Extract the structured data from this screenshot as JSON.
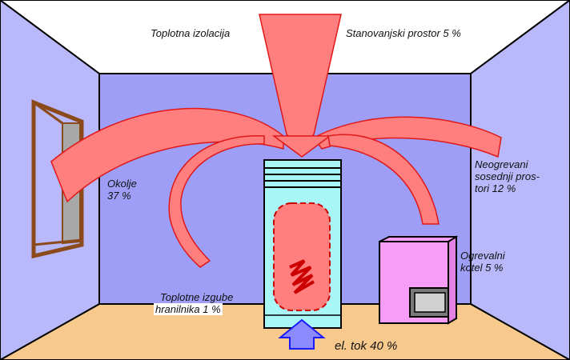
{
  "colors": {
    "ceiling": "#ffffff",
    "back_wall": "#9e9ef7",
    "side_walls": "#b8b8fa",
    "floor": "#f7c98c",
    "arrow_fill": "#ff7e7e",
    "arrow_stroke": "#e01818",
    "boiler_body": "#a8f6f6",
    "tank": "#ff7e7e",
    "kotel": "#f79cf7",
    "electric_arrow": "#8b8bff",
    "window_frame": "#8b4a1a",
    "window_glass": "#a8a8a8"
  },
  "labels": {
    "heat_insulation": "Toplotna izolacija",
    "living_space": "Stanovanjski prostor 5 %",
    "environment": [
      "Okolje",
      "37 %"
    ],
    "unheated_rooms": [
      "Neogrevani",
      "sosednji pros-",
      "tori 12 %"
    ],
    "heating_boiler": [
      "Ogrevalni",
      "kotel 5 %"
    ],
    "tank_losses": [
      "Toplotne izgube",
      "hranilnika 1 %"
    ],
    "electric_input": "el. tok 40 %"
  },
  "icons": {
    "heater_coil": "zigzag-heating-coil-icon",
    "electric_arrow": "up-arrow-icon"
  }
}
